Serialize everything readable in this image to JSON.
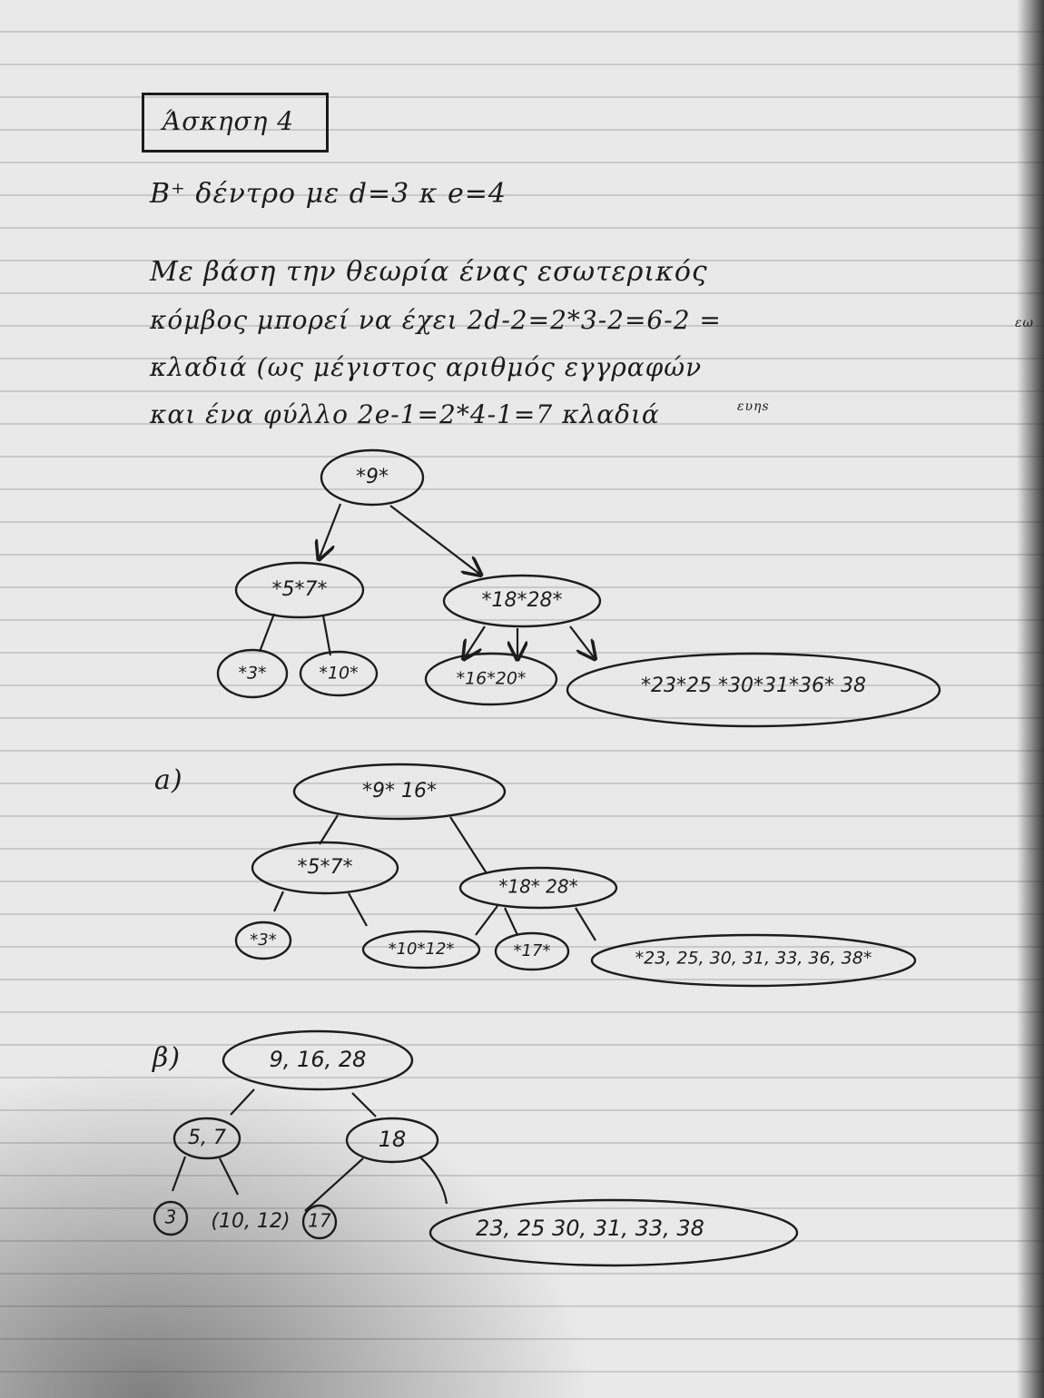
{
  "header": {
    "title": "Άσκηση 4"
  },
  "text": {
    "line1": "B⁺ δέντρο με d=3 κ e=4",
    "line2": "Με βάση την θεωρία ένας εσωτερικός",
    "line3": "κόμβος μπορεί να έχει 2d-2=2*3-2=6-2 =",
    "line4": "κλαδιά (ως μέγιστος αριθμός εγγραφών",
    "line5": "και ένα φύλλο 2e-1=2*4-1=7 κλαδιά",
    "side_note": "εω",
    "eq_note": "ευηs"
  },
  "parts": {
    "a_label": "a)",
    "b_label": "β)"
  },
  "tree_initial": {
    "root": "*9*",
    "left": "*5*7*",
    "right": "*18*28*",
    "leaves": [
      "*3*",
      "*10*",
      "*16*20*",
      "*23*25 *30*31*36* 38"
    ]
  },
  "tree_a": {
    "root": "*9* 16*",
    "left": "*5*7*",
    "right": "*18* 28*",
    "leaves": [
      "*3*",
      "*10*12*",
      "*17*",
      "*23, 25, 30, 31, 33, 36, 38*"
    ]
  },
  "tree_b": {
    "root": "9, 16, 28",
    "left": "5, 7",
    "right": "18",
    "leaves": [
      "3",
      "(10, 12)",
      "17",
      "23, 25 30, 31, 33, 38"
    ]
  }
}
